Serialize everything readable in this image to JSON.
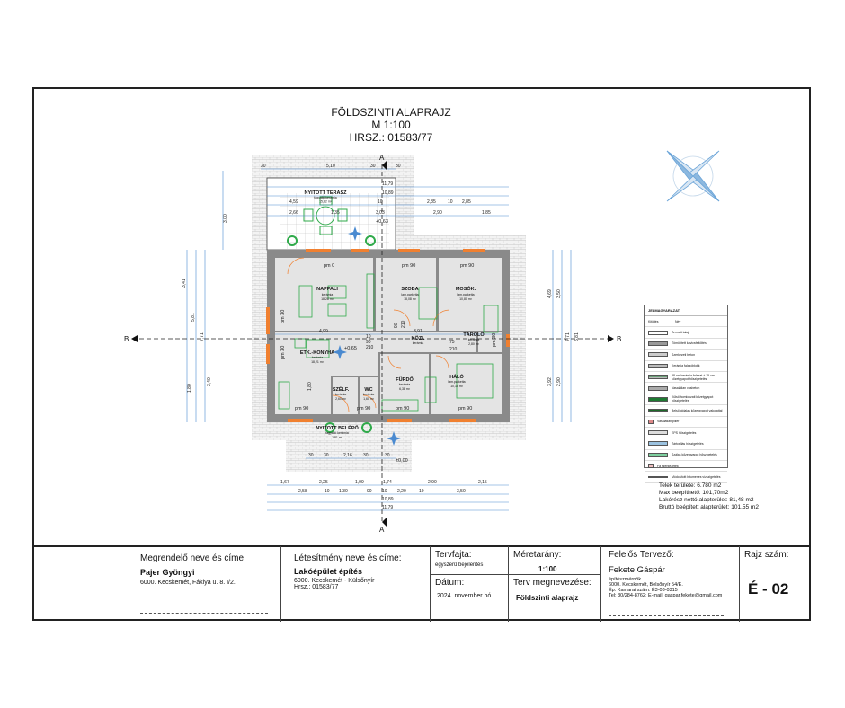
{
  "drawing": {
    "title_lines": [
      "FÖLDSZINTI ALAPRAJZ",
      "M 1:100",
      "HRSZ.: 01583/77"
    ],
    "rooms": [
      {
        "name": "NYITOTT TERASZ",
        "floor": "fagyálló kerámia",
        "area": "15,82 m²"
      },
      {
        "name": "NAPPALI",
        "floor": "kerámia",
        "area": "18,28 m²"
      },
      {
        "name": "SZOBA",
        "floor": "lam.parketta",
        "area": "18,08 m²"
      },
      {
        "name": "MOSÓK.",
        "floor": "lam.parketta",
        "area": "10,80 m²"
      },
      {
        "name": "TÁROLÓ",
        "floor": "kerámia",
        "area": "2,80 m²"
      },
      {
        "name": "KÖZL",
        "floor": "kerámia",
        "area": ""
      },
      {
        "name": "ÉTK.-KONYHA",
        "floor": "kerámia",
        "area": "18,21 m²"
      },
      {
        "name": "FÜRDŐ",
        "floor": "kerámia",
        "area": "6,38 m²"
      },
      {
        "name": "HÁLÓ",
        "floor": "lam.parketta",
        "area": "10,18 m²"
      },
      {
        "name": "SZÉLF.",
        "floor": "kerámia",
        "area": "2,60 m²"
      },
      {
        "name": "WC",
        "floor": "kerámia",
        "area": "1,60 m²"
      },
      {
        "name": "NYITOTT BELÉPŐ",
        "floor": "fagyálló kerámia",
        "area": "1,81 m²"
      }
    ],
    "levels": [
      "+0,63",
      "+0,65",
      "±0,00"
    ],
    "parapets": [
      "pm 0",
      "pm 90",
      "pm 90",
      "pm 30",
      "pm 30",
      "pm 90",
      "pm 90",
      "pm 90",
      "pm 90",
      "pm 30"
    ],
    "dims_top": [
      "30",
      "5,10",
      "30",
      "30",
      "11,79",
      "10,89",
      "4,59",
      "10",
      "2,85",
      "10",
      "2,85",
      "2,66",
      "1,35",
      "3,03",
      "2,90",
      "1,85"
    ],
    "dims_bottom": [
      "1,67",
      "2,25",
      "1,09",
      "1,74",
      "2,90",
      "2,15",
      "2,58",
      "10",
      "1,30",
      "90",
      "10",
      "2,20",
      "10",
      "3,50",
      "10,89",
      "11,79",
      "30",
      "30",
      "2,16",
      "30",
      "30"
    ],
    "dims_left": [
      "3,41",
      "5,81",
      "7,71",
      "1,80",
      "3,40",
      "3,00"
    ],
    "dims_right": [
      "4,69",
      "3,50",
      "7,71",
      "5,81",
      "3,92",
      "2,90"
    ],
    "dims_inner": [
      "4,99",
      "3,91",
      "1,80",
      "10",
      "90",
      "210",
      "75",
      "210",
      "90",
      "210"
    ],
    "section_marks": {
      "a": "A",
      "b": "B"
    },
    "legend": {
      "title": "JELMAGYARÁZAT",
      "col_headers": [
        "Kitöltés",
        "Név"
      ],
      "items": [
        "Termett talaj",
        "Tömörített kavicsfeltöltés",
        "Szerkezeti beton",
        "Kerámia falazóblokk",
        "38 cm kerámia falazat + 15 cm kőzetgyapot hőszigetelés",
        "Vasalatlan vasbeton",
        "Külső homlokzati kőzetgyapot hőszigetelés",
        "Belső oldalas kőzetgyapot vakolattal",
        "Vasalatlan pillér",
        "EPS hőszigetelés",
        "Zártcellás hőszigetelés",
        "Szálas kőzetgyapot hőszigetelés",
        "Fa szerkezetek",
        "Módosított bitumenes vízszigetelés"
      ]
    },
    "area_info": [
      "Telek területe: 6.780 m2",
      "Max beépíthető: 101,70m2",
      "Lakórész nettó alapterület: 81,48 m2",
      "Bruttó beépített alapterület: 101,55 m2"
    ]
  },
  "title_block": {
    "client_label": "Megrendelő neve és címe:",
    "client_name": "Pajer Gyöngyi",
    "client_address": "6000. Kecskemét, Fáklya u. 8. I/2.",
    "facility_label": "Létesítmény neve és címe:",
    "facility_name": "Lakóépület építés",
    "facility_address": "6000. Kecskemét - Külsőnyír",
    "facility_hrsz": "Hrsz.: 01583/77",
    "plan_type_label": "Tervfajta:",
    "plan_type": "egyszerű bejelentés",
    "scale_label": "Méretarány:",
    "scale": "1:100",
    "date_label": "Dátum:",
    "date": "2024. november hó",
    "plan_name_label": "Terv megnevezése:",
    "plan_name": "Földszinti alaprajz",
    "designer_label": "Felelős Tervező:",
    "designer_name": "Fekete Gáspár",
    "designer_lines": [
      "építészmérnök",
      "6000. Kecskemét, Belsőnyír 54/E.",
      "Ép. Kamarai szám: É3-03-0315",
      "Tel: 30/284-8762; E-mail: gaspar.fekete@gmail.com"
    ],
    "drawing_no_label": "Rajz szám:",
    "drawing_no": "É - 02"
  },
  "colors": {
    "wall": "#8a8a8a",
    "room": "#e4e4e4",
    "furniture": "#2faa4a",
    "window": "#f08030",
    "dimension": "#4a8ad0",
    "compass": "#6aa4d8"
  }
}
